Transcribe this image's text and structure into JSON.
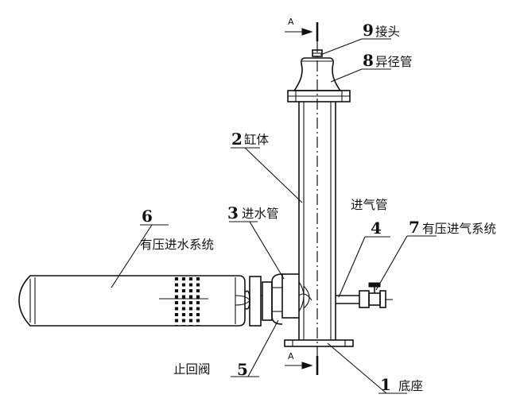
{
  "section_mark": "A",
  "labels": [
    {
      "number": "1",
      "text": "底座"
    },
    {
      "number": "2",
      "text": "缸体"
    },
    {
      "number": "3",
      "text": "进水管"
    },
    {
      "number": "4",
      "text": ""
    },
    {
      "number": "5",
      "text": ""
    },
    {
      "number": "6",
      "text": ""
    },
    {
      "number": "7",
      "text": "有压进气系统"
    },
    {
      "number": "8",
      "text": "异径管"
    },
    {
      "number": "9",
      "text": "接头"
    }
  ],
  "free_labels": {
    "air_pipe": "进气管",
    "pressurized_water_system": "有压进水系统",
    "check_valve": "止回阀"
  }
}
